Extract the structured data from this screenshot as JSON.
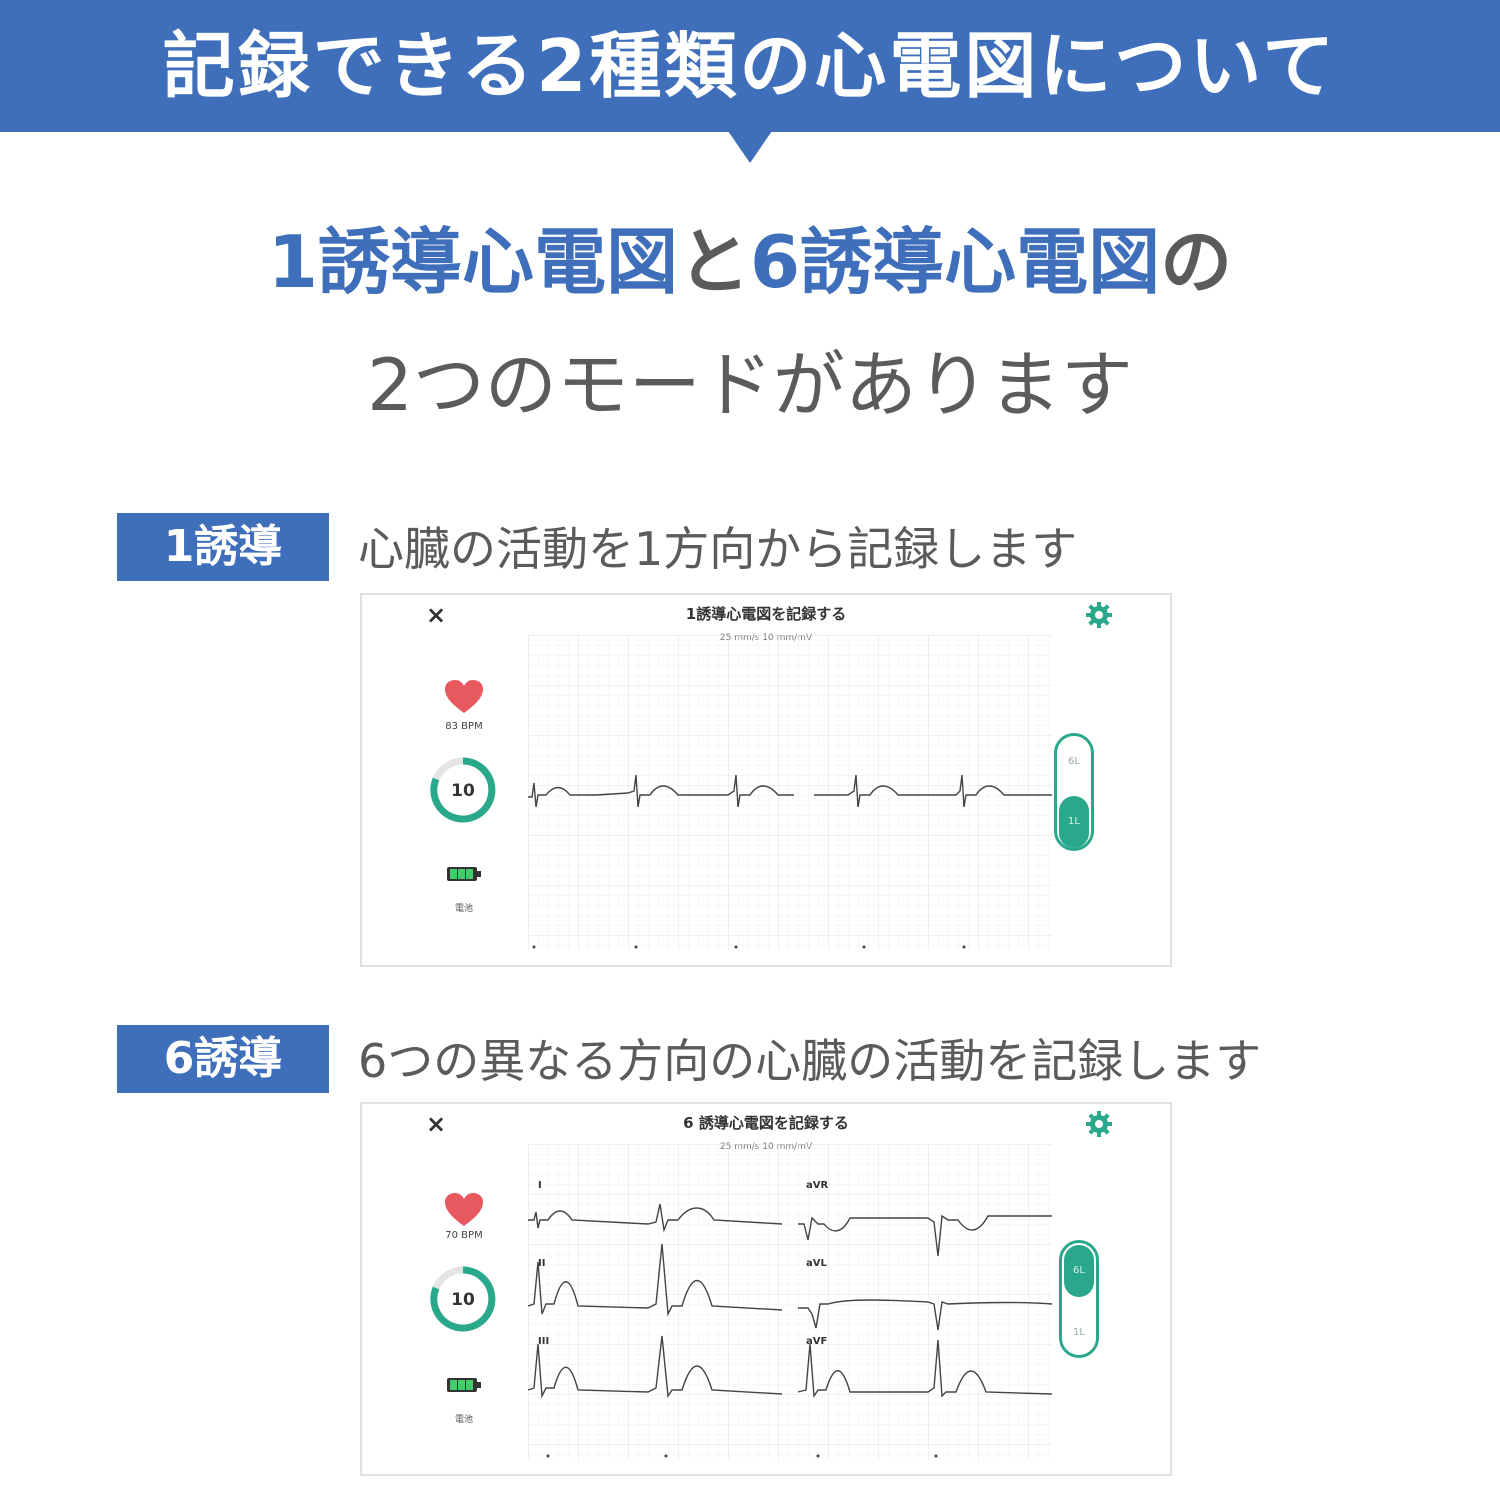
{
  "banner": {
    "title": "記録できる2種類の心電図について"
  },
  "headline": {
    "line1_part1": "1誘導心電図",
    "line1_part2": "と",
    "line1_part3": "6誘導心電図",
    "line1_part4": "の",
    "line2": "2つのモードがあります"
  },
  "colors": {
    "brand_blue": "#3f6fbb",
    "accent_green": "#2aa88c",
    "heart_red": "#e8595f"
  },
  "modes": [
    {
      "badge": "1誘導",
      "description": "心臓の活動を1方向から記録します",
      "screen": {
        "close_icon": "×",
        "title": "1誘導心電図を記録する",
        "subtitle": "25 mm/s  10 mm/mV",
        "bpm": "83 BPM",
        "timer": "10",
        "battery_label": "電池",
        "toggle_top": "6L",
        "toggle_bottom": "1L",
        "selected": "1L"
      }
    },
    {
      "badge": "6誘導",
      "description": "6つの異なる方向の心臓の活動を記録します",
      "screen": {
        "close_icon": "×",
        "title": "6 誘導心電図を記録する",
        "subtitle": "25 mm/s  10 mm/mV",
        "bpm": "70 BPM",
        "timer": "10",
        "battery_label": "電池",
        "toggle_top": "6L",
        "toggle_bottom": "1L",
        "selected": "6L",
        "leads": [
          "I",
          "II",
          "III",
          "aVR",
          "aVL",
          "aVF"
        ]
      }
    }
  ]
}
